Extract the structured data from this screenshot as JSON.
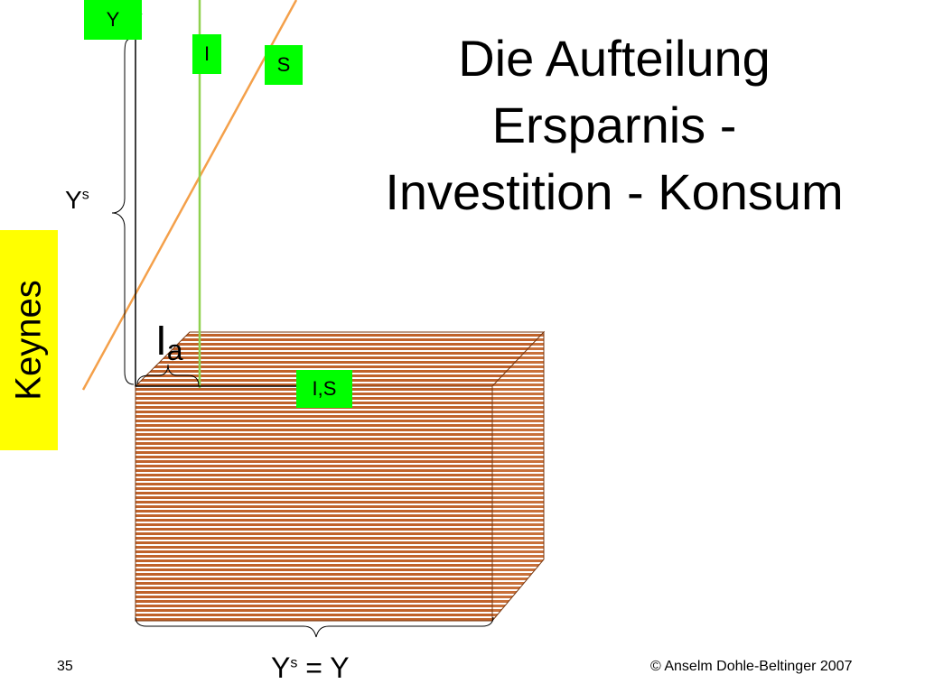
{
  "title": {
    "line1": "Die Aufteilung",
    "line2": "Ersparnis -",
    "line3": "Investition - Konsum"
  },
  "tags": {
    "y_axis": "Y",
    "investment": "I",
    "savings": "S",
    "x_axis": "I,S"
  },
  "side_label": "Keynes",
  "labels": {
    "ys_base": "Y",
    "ys_sup": "s",
    "ia_base": "I",
    "ia_sub": "a",
    "bottom_base_left": "Y",
    "bottom_sup": "s",
    "bottom_rest": " = Y"
  },
  "footer": {
    "page": "35",
    "copyright": "© Anselm Dohle-Beltinger 2007"
  },
  "colors": {
    "green": "#00ff00",
    "yellow": "#ffff00",
    "orange_line": "#f4a04a",
    "green_line": "#8fd14f",
    "stripe": "#c0622a"
  }
}
